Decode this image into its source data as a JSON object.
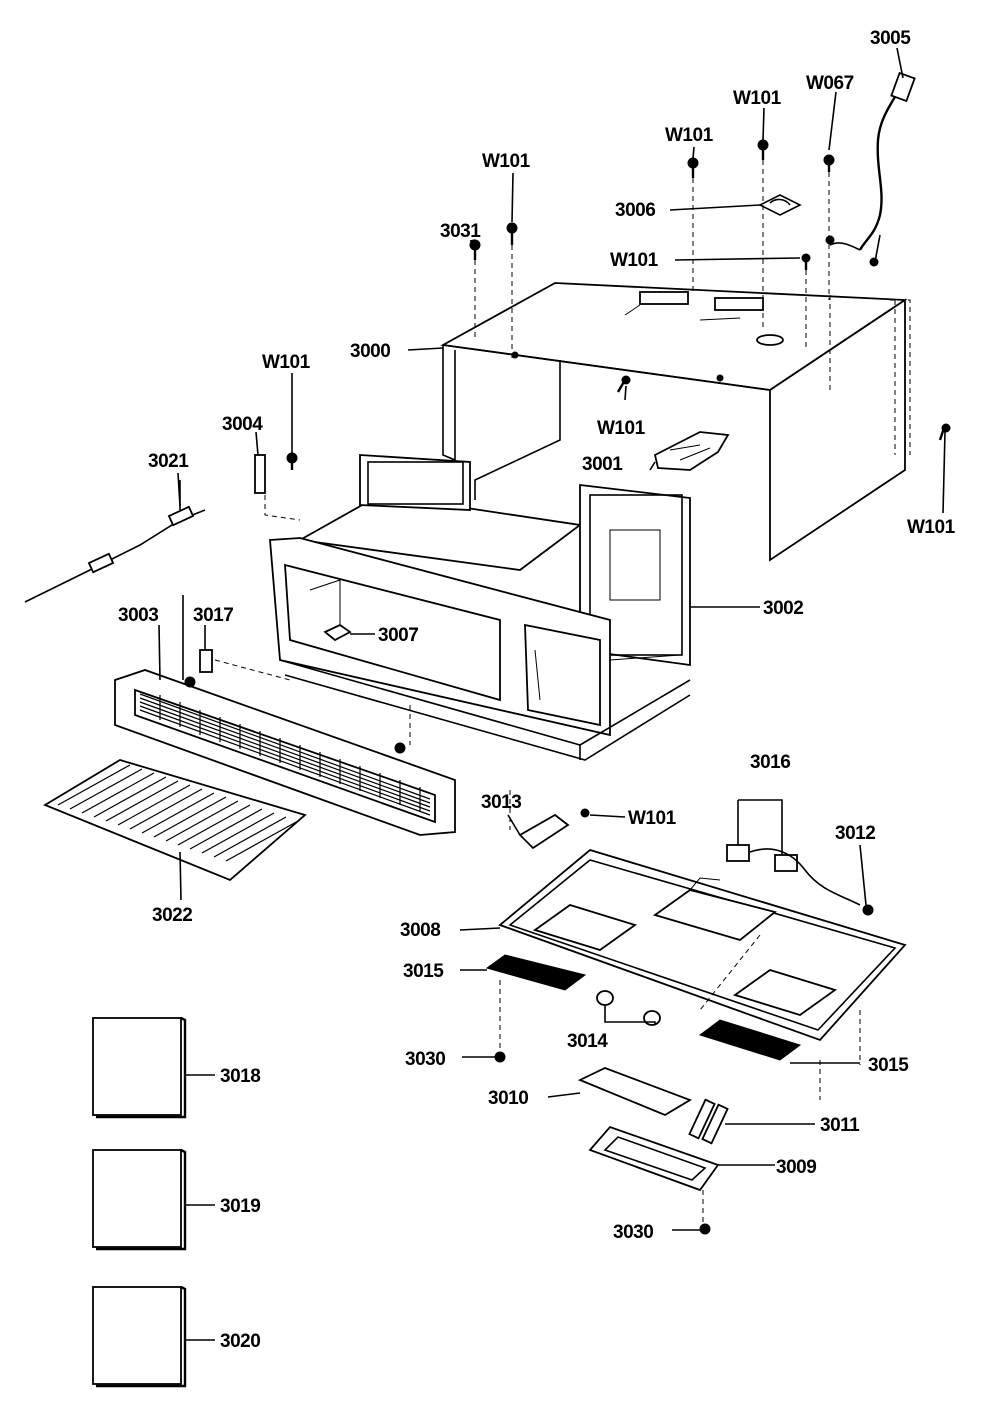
{
  "labels": {
    "p3005": "3005",
    "w067": "W067",
    "w101_top": "W101",
    "w101_b": "W101",
    "w101_c": "W101",
    "p3006": "3006",
    "p3031": "3031",
    "w101_d": "W101",
    "p3000": "3000",
    "w101_left": "W101",
    "w101_mid": "W101",
    "w101_right": "W101",
    "p3004": "3004",
    "p3021": "3021",
    "p3001": "3001",
    "p3002": "3002",
    "p3003": "3003",
    "p3017": "3017",
    "p3007": "3007",
    "p3016": "3016",
    "p3013": "3013",
    "w101_low": "W101",
    "p3012": "3012",
    "p3022": "3022",
    "p3008": "3008",
    "p3015_a": "3015",
    "p3014": "3014",
    "p3015_b": "3015",
    "p3030_a": "3030",
    "p3010": "3010",
    "p3011": "3011",
    "p3009": "3009",
    "p3030_b": "3030",
    "p3018": "3018",
    "p3019": "3019",
    "p3020": "3020"
  }
}
